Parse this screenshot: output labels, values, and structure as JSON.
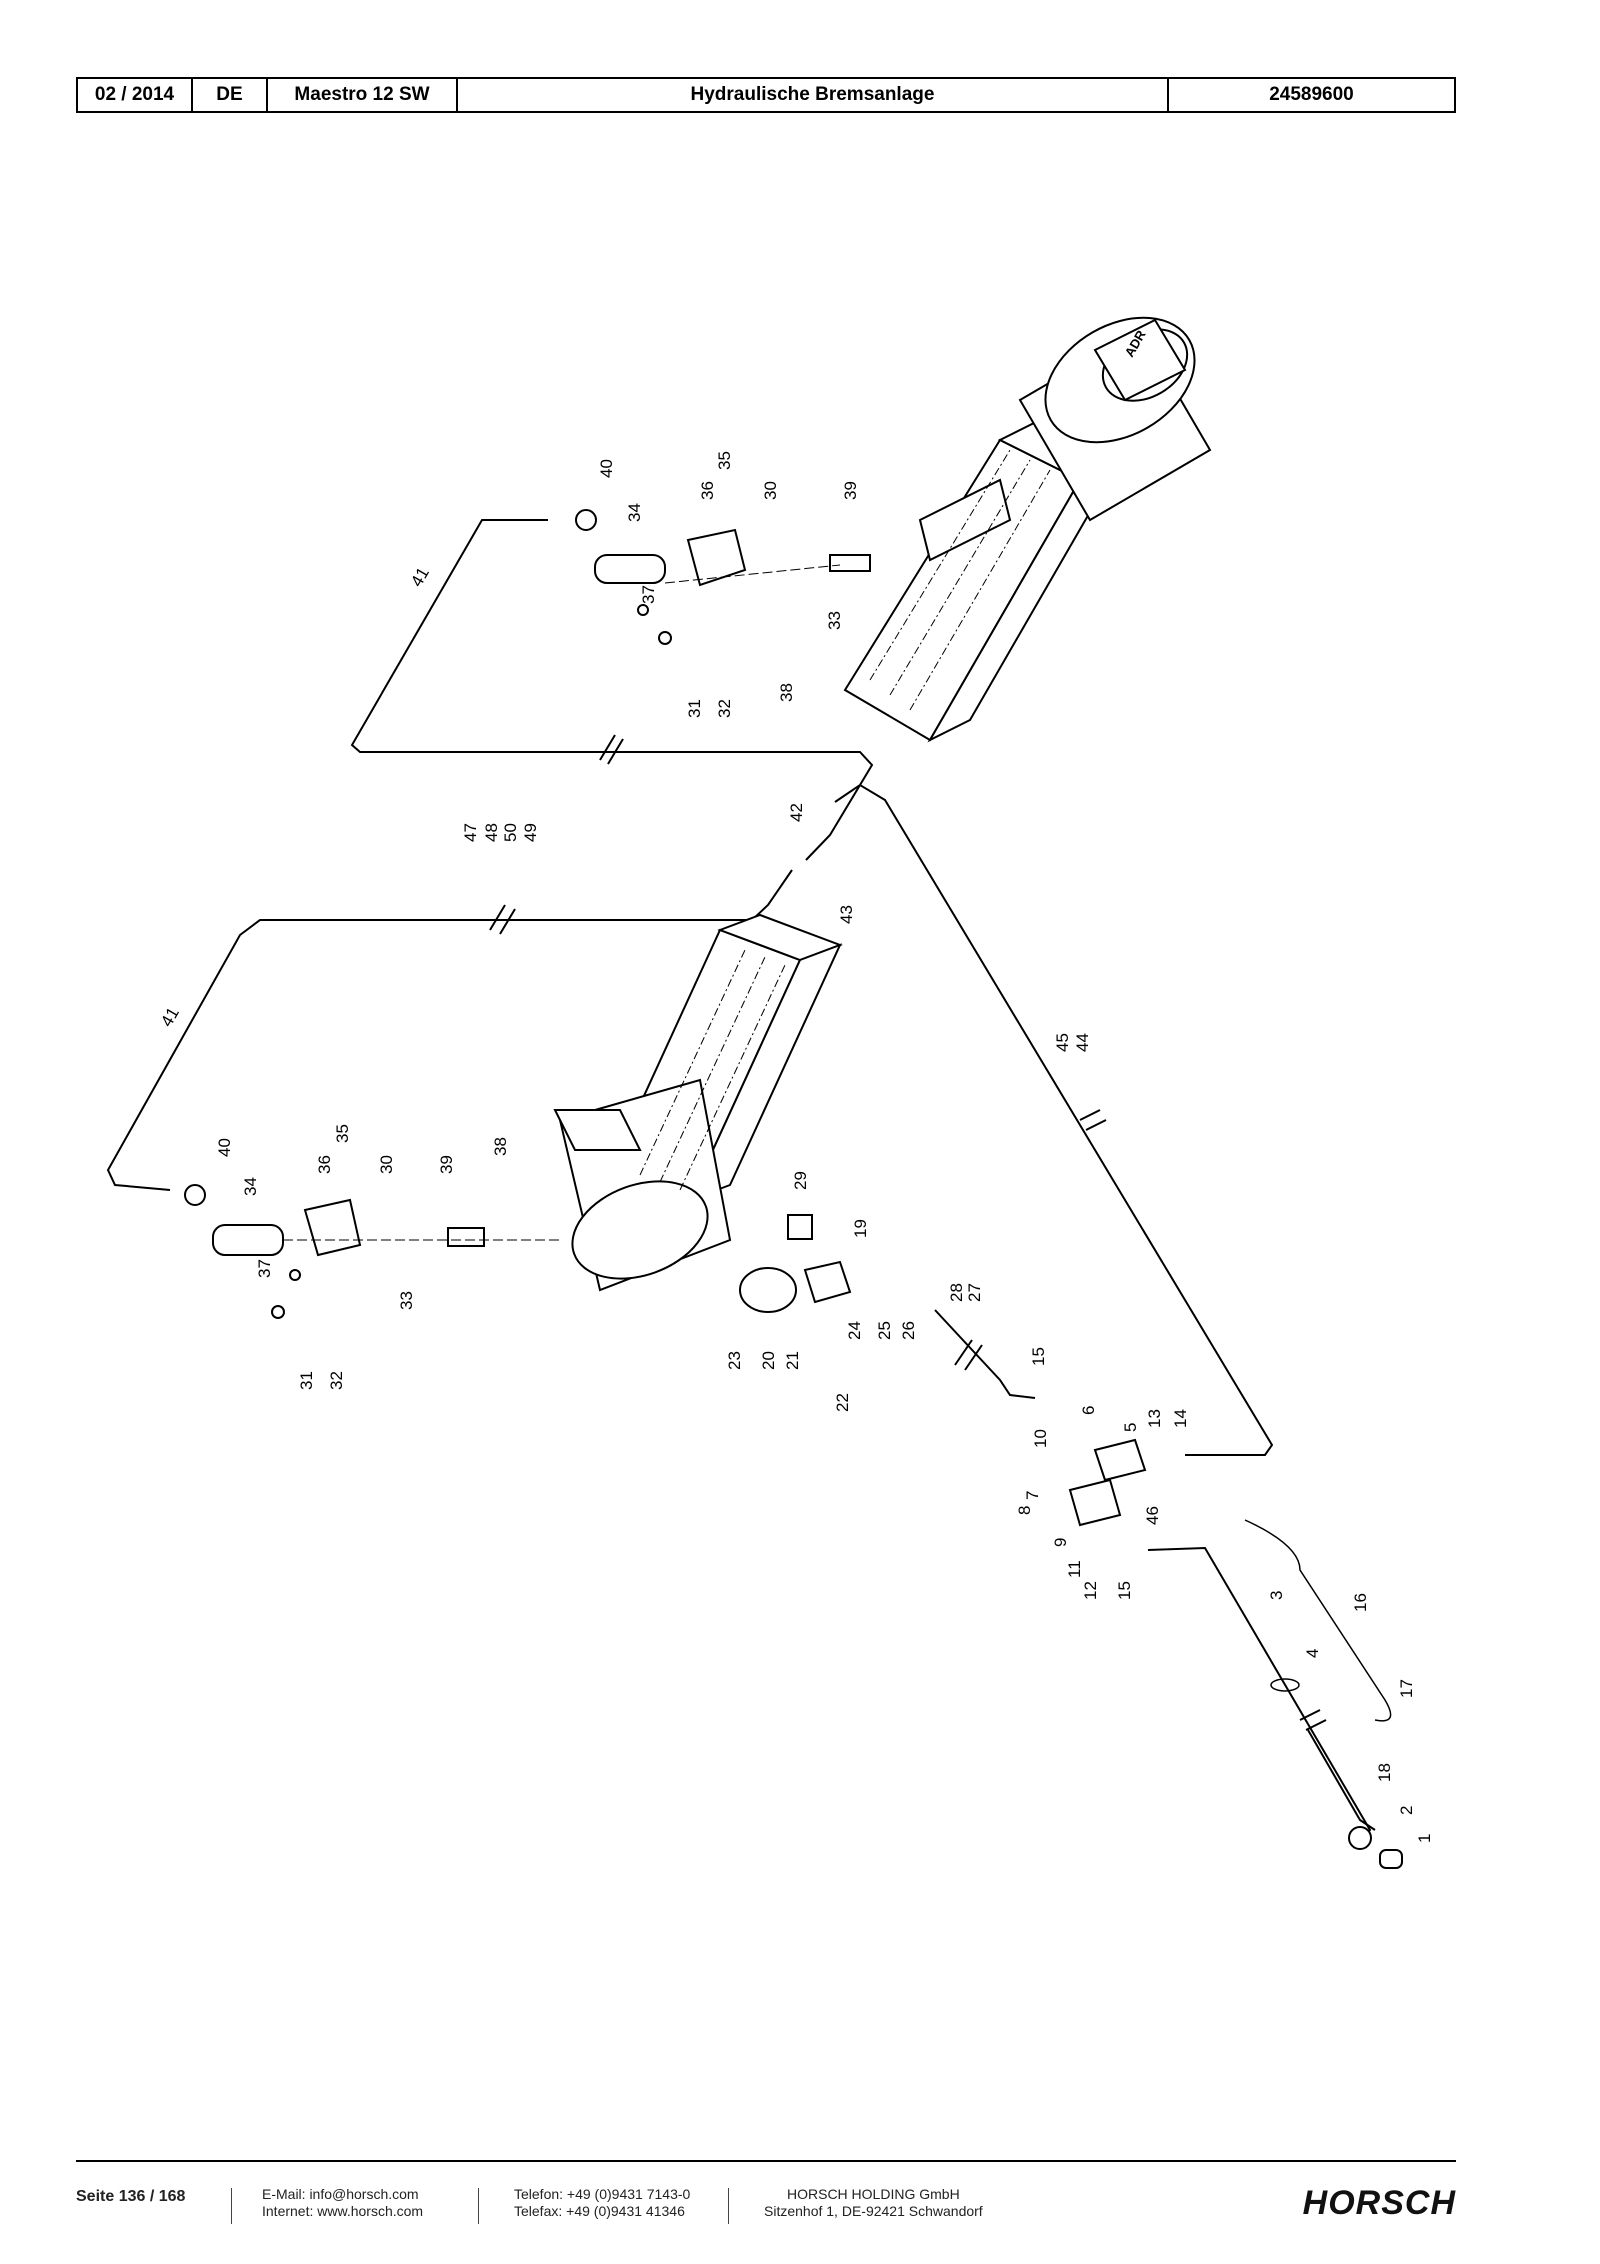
{
  "header": {
    "date": "02 / 2014",
    "language": "DE",
    "model": "Maestro 12 SW",
    "title": "Hydraulische Bremsanlage",
    "part_number": "24589600"
  },
  "drawing": {
    "hub_label": "ADR",
    "callouts": {
      "upper": [
        "40",
        "34",
        "36",
        "35",
        "30",
        "39",
        "37",
        "33",
        "31",
        "32",
        "38",
        "41"
      ],
      "middle": [
        "47",
        "48",
        "50",
        "49",
        "42",
        "43",
        "41"
      ],
      "lower": [
        "40",
        "34",
        "36",
        "35",
        "30",
        "39",
        "38",
        "37",
        "33",
        "31",
        "32",
        "29",
        "19",
        "23",
        "20",
        "21",
        "22",
        "24",
        "25",
        "26",
        "28",
        "27",
        "45",
        "44"
      ],
      "valve": [
        "15",
        "6",
        "5",
        "13",
        "14",
        "10",
        "7",
        "8",
        "9",
        "11",
        "12",
        "46",
        "15"
      ],
      "hose": [
        "3",
        "16",
        "4",
        "17",
        "18",
        "2",
        "1"
      ]
    }
  },
  "footer": {
    "page": "Seite 136 / 168",
    "email": "E-Mail: info@horsch.com",
    "internet": "Internet: www.horsch.com",
    "phone": "Telefon: +49 (0)9431 7143-0",
    "fax": "Telefax: +49 (0)9431 41346",
    "company": "HORSCH HOLDING GmbH",
    "address": "Sitzenhof 1, DE-92421 Schwandorf",
    "logo": "HORSCH"
  }
}
